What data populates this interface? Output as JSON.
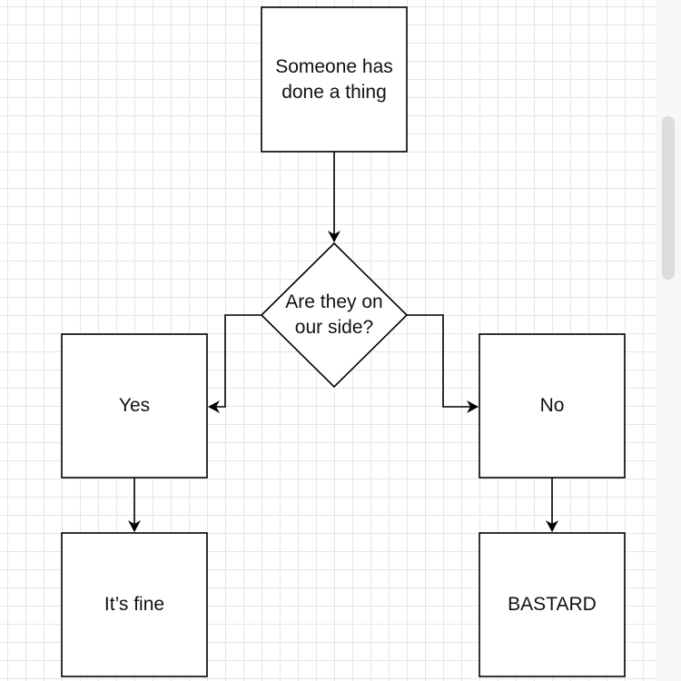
{
  "nodes": {
    "start": {
      "label": "Someone has\ndone a thing"
    },
    "decision": {
      "label": "Are they on\nour side?"
    },
    "yes": {
      "label": "Yes"
    },
    "no": {
      "label": "No"
    },
    "fine": {
      "label": "It’s fine"
    },
    "bastard": {
      "label": "BASTARD"
    }
  },
  "colors": {
    "stroke": "#000000",
    "grid": "#e6e6e6",
    "background": "#ffffff"
  }
}
